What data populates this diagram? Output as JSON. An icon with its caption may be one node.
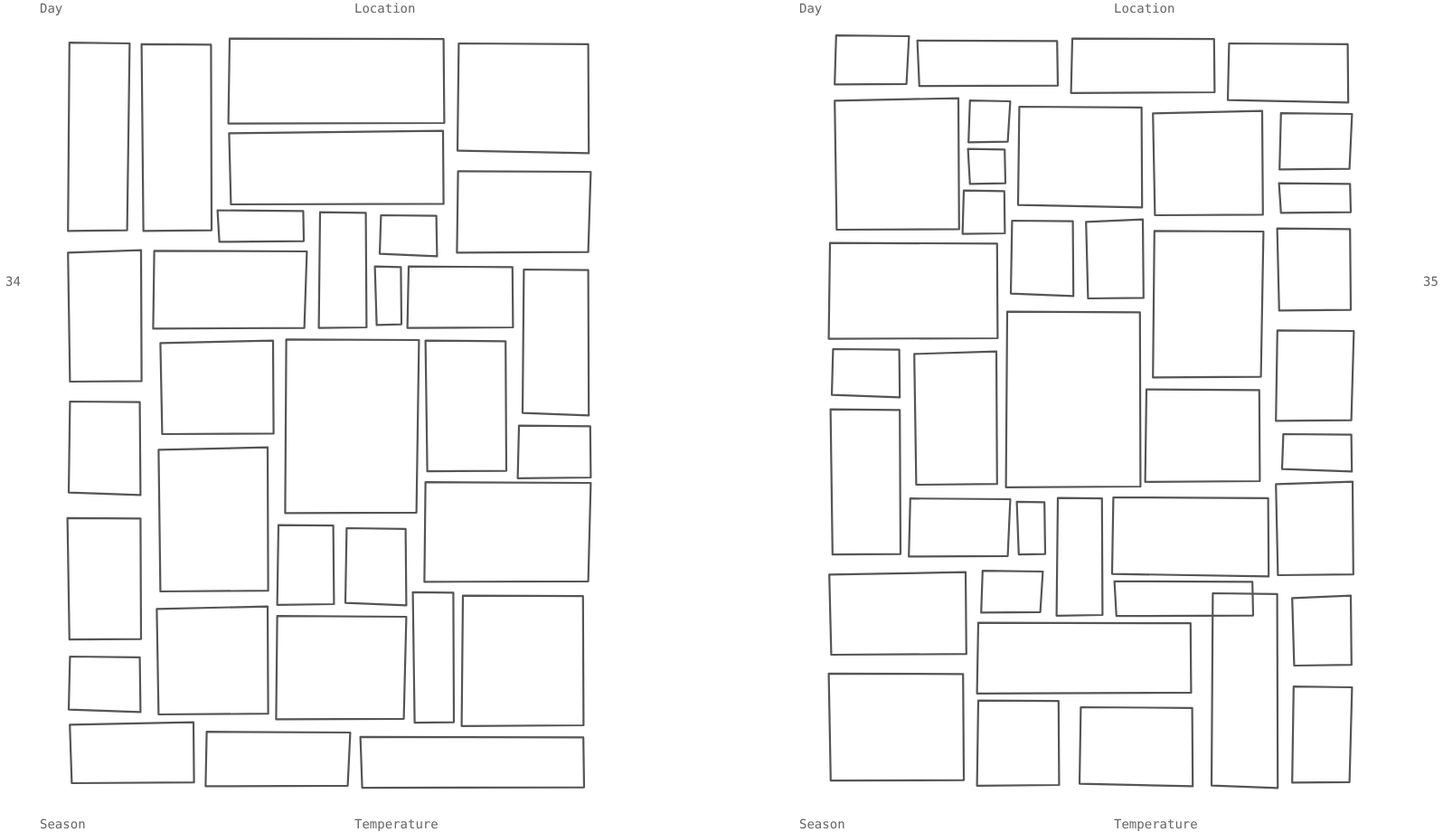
{
  "diagram": {
    "labels": [
      "Day",
      "Location",
      "34",
      "Season",
      "Temperature",
      "Day",
      "Location",
      "35",
      "Season",
      "Temperature"
    ]
  }
}
